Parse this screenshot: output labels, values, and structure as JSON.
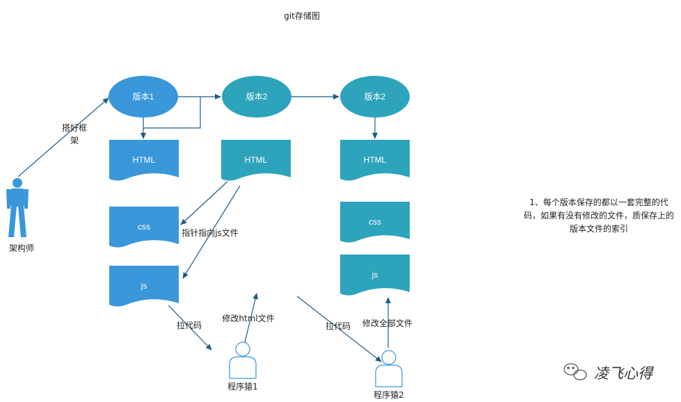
{
  "title": "git存储图",
  "colors": {
    "blue": "#3a97d9",
    "teal": "#2ea3bc",
    "arrow": "#1f5a87",
    "person": "#3a97d9",
    "dev_stroke": "#3a97d9"
  },
  "architect": {
    "label": "架构师"
  },
  "setup_label": {
    "line1": "搭好框",
    "line2": "架"
  },
  "versions": [
    {
      "label": "版本1",
      "color": "blue"
    },
    {
      "label": "版本2",
      "color": "teal"
    },
    {
      "label": "版本2",
      "color": "teal"
    }
  ],
  "files": {
    "v1": [
      {
        "label": "HTML",
        "color": "blue"
      },
      {
        "label": "css",
        "color": "blue"
      },
      {
        "label": "js",
        "color": "blue"
      }
    ],
    "v2": [
      {
        "label": "HTML",
        "color": "teal"
      }
    ],
    "v3": [
      {
        "label": "HTML",
        "color": "teal"
      },
      {
        "label": "css",
        "color": "teal"
      },
      {
        "label": "js",
        "color": "teal"
      }
    ]
  },
  "edge_labels": {
    "pointer": "指针指向js文件",
    "pull1": "拉代码",
    "modify_html": "修改html文件",
    "pull2": "拉代码",
    "modify_all": "修改全部文件"
  },
  "developers": [
    {
      "label": "程序猿1"
    },
    {
      "label": "程序猿2"
    }
  ],
  "note": "1、每个版本保存的都以一套完整的代码，如果有没有修改的文件，质保存上的版本文件的索引",
  "watermark": {
    "icon": "wechat-icon",
    "text": "凌飞心得"
  }
}
